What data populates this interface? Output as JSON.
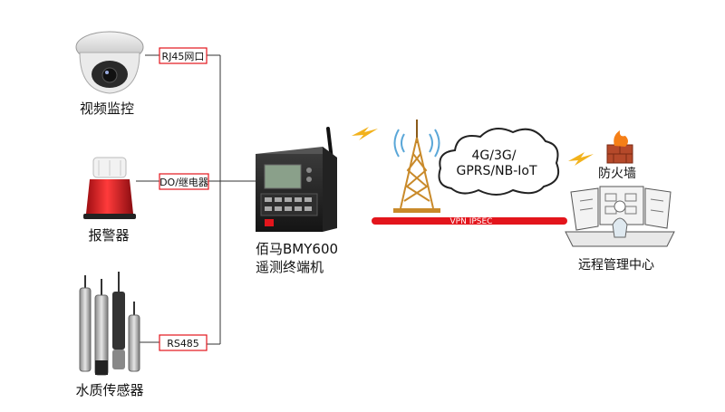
{
  "devices": {
    "camera": {
      "label": "视频监控",
      "interface": "RJ45网口"
    },
    "alarm": {
      "label": "报警器",
      "interface": "DO/继电器"
    },
    "sensor": {
      "label": "水质传感器",
      "interface": "RS485"
    }
  },
  "terminal": {
    "line1": "佰马BMY600",
    "line2": "遥测终端机"
  },
  "network": {
    "cloud_line1": "4G/3G/",
    "cloud_line2": "GPRS/NB-IoT",
    "vpn": "VPN  IPSEC"
  },
  "firewall": {
    "label": "防火墙"
  },
  "center": {
    "label": "远程管理中心"
  },
  "colors": {
    "accent_red": "#e3151c",
    "signal": "#f2b21c",
    "line": "#333333"
  }
}
